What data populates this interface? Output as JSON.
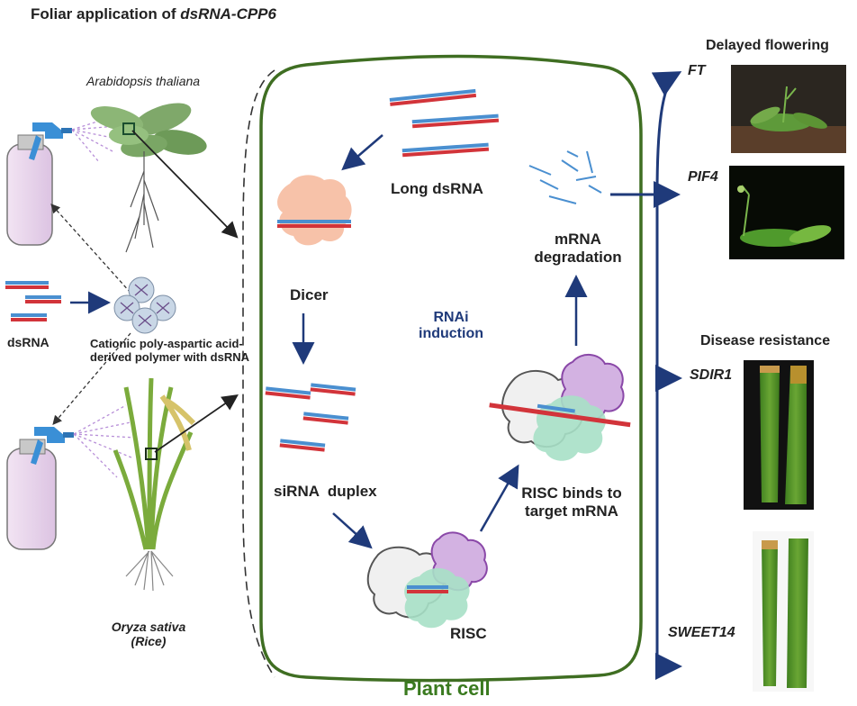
{
  "title": {
    "prefix": "Foliar application of ",
    "emph": "dsRNA-CPP6"
  },
  "left": {
    "arabidopsis": "Arabidopsis thaliana",
    "dsrna": "dsRNA",
    "polymer_line1": "Cationic poly-aspartic acid-",
    "polymer_line2": "derived polymer with dsRNA",
    "rice_line1": "Oryza sativa",
    "rice_line2": "(Rice)"
  },
  "cell": {
    "long_dsrna": "Long dsRNA",
    "dicer": "Dicer",
    "rnai_line1": "RNAi",
    "rnai_line2": "induction",
    "sirna": "siRNA  duplex",
    "risc": "RISC",
    "risc_binds_line1": "RISC binds to",
    "risc_binds_line2": "target mRNA",
    "mrna_line1": "mRNA",
    "mrna_line2": "degradation",
    "plant_cell": "Plant cell"
  },
  "right": {
    "delayed_flowering": "Delayed flowering",
    "disease_resistance": "Disease resistance",
    "genes": [
      "FT",
      "PIF4",
      "SDIR1",
      "SWEET14"
    ]
  },
  "colors": {
    "cell_border": "#3f6e22",
    "arrow": "#1f3a7a",
    "rna_top": "#4a8fd0",
    "rna_bottom": "#d2343a",
    "dicer": "#f6b79a",
    "risc_gray": "#bdbdbd",
    "risc_purple": "#b77fd1",
    "risc_green": "#8fd6b8",
    "bottle": "#e7d3ea",
    "sprayer": "#3a8fd6"
  }
}
